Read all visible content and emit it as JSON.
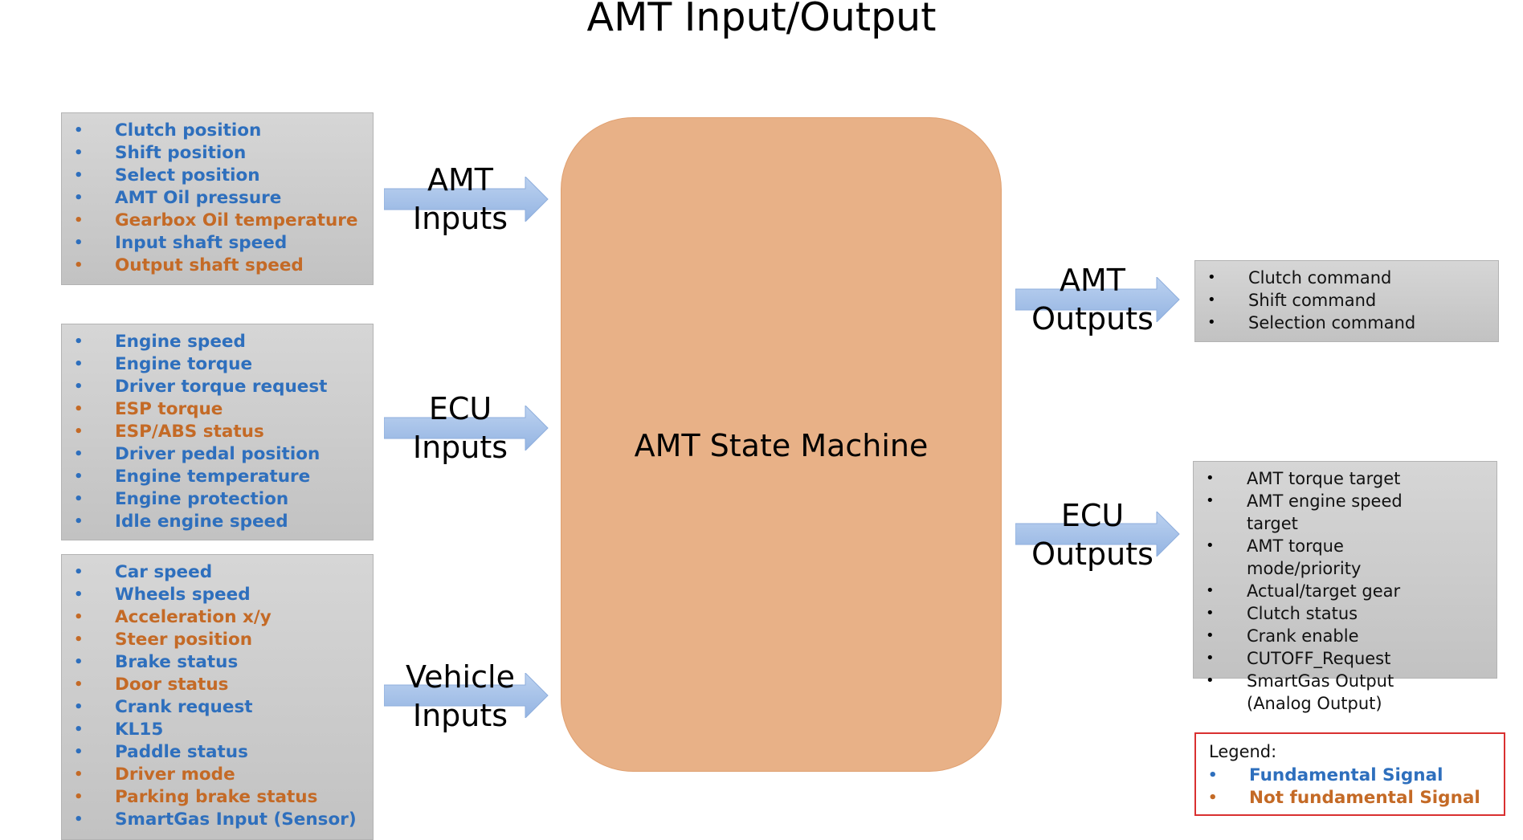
{
  "title": "AMT Input/Output",
  "state_machine": {
    "label": "AMT State Machine"
  },
  "arrows": {
    "amt_inputs": [
      "AMT",
      "Inputs"
    ],
    "ecu_inputs": [
      "ECU",
      "Inputs"
    ],
    "vehicle_inputs": [
      "Vehicle",
      "Inputs"
    ],
    "amt_outputs": [
      "AMT",
      "Outputs"
    ],
    "ecu_outputs": [
      "ECU",
      "Outputs"
    ]
  },
  "colors": {
    "fundamental": "#2e6fbd",
    "not_fundamental": "#c46a26",
    "state_machine_fill": "#e8b187",
    "arrow_fill": "#a9c4ea",
    "legend_border": "#d93030"
  },
  "amt_inputs": [
    {
      "text": "Clutch position",
      "kind": "fundamental"
    },
    {
      "text": "Shift position",
      "kind": "fundamental"
    },
    {
      "text": "Select position",
      "kind": "fundamental"
    },
    {
      "text": "AMT Oil pressure",
      "kind": "fundamental"
    },
    {
      "text": "Gearbox Oil temperature",
      "kind": "not_fundamental"
    },
    {
      "text": "Input shaft speed",
      "kind": "fundamental"
    },
    {
      "text": "Output shaft speed",
      "kind": "not_fundamental"
    }
  ],
  "ecu_inputs": [
    {
      "text": "Engine speed",
      "kind": "fundamental"
    },
    {
      "text": "Engine torque",
      "kind": "fundamental"
    },
    {
      "text": "Driver torque request",
      "kind": "fundamental"
    },
    {
      "text": "ESP torque",
      "kind": "not_fundamental"
    },
    {
      "text": "ESP/ABS status",
      "kind": "not_fundamental"
    },
    {
      "text": "Driver pedal position",
      "kind": "fundamental"
    },
    {
      "text": "Engine temperature",
      "kind": "fundamental"
    },
    {
      "text": "Engine protection",
      "kind": "fundamental"
    },
    {
      "text": "Idle engine speed",
      "kind": "fundamental"
    }
  ],
  "vehicle_inputs": [
    {
      "text": "Car speed",
      "kind": "fundamental"
    },
    {
      "text": "Wheels speed",
      "kind": "fundamental"
    },
    {
      "text": "Acceleration x/y",
      "kind": "not_fundamental"
    },
    {
      "text": "Steer position",
      "kind": "not_fundamental"
    },
    {
      "text": "Brake status",
      "kind": "fundamental"
    },
    {
      "text": "Door status",
      "kind": "not_fundamental"
    },
    {
      "text": "Crank request",
      "kind": "fundamental"
    },
    {
      "text": "KL15",
      "kind": "fundamental"
    },
    {
      "text": "Paddle status",
      "kind": "fundamental"
    },
    {
      "text": "Driver mode",
      "kind": "not_fundamental"
    },
    {
      "text": "Parking brake status",
      "kind": "not_fundamental"
    },
    {
      "text": "SmartGas Input (Sensor)",
      "kind": "fundamental"
    }
  ],
  "amt_outputs": [
    "Clutch command",
    "Shift command",
    "Selection command"
  ],
  "ecu_outputs": [
    "AMT torque target",
    "AMT engine speed target",
    "AMT torque mode/priority",
    "Actual/target gear",
    "Clutch status",
    "Crank enable",
    "CUTOFF_Request",
    "SmartGas Output (Analog Output)"
  ],
  "legend": {
    "title": "Legend:",
    "items": [
      {
        "text": "Fundamental Signal",
        "kind": "fundamental"
      },
      {
        "text": "Not fundamental Signal",
        "kind": "not_fundamental"
      }
    ]
  },
  "bullet_glyph": "•"
}
